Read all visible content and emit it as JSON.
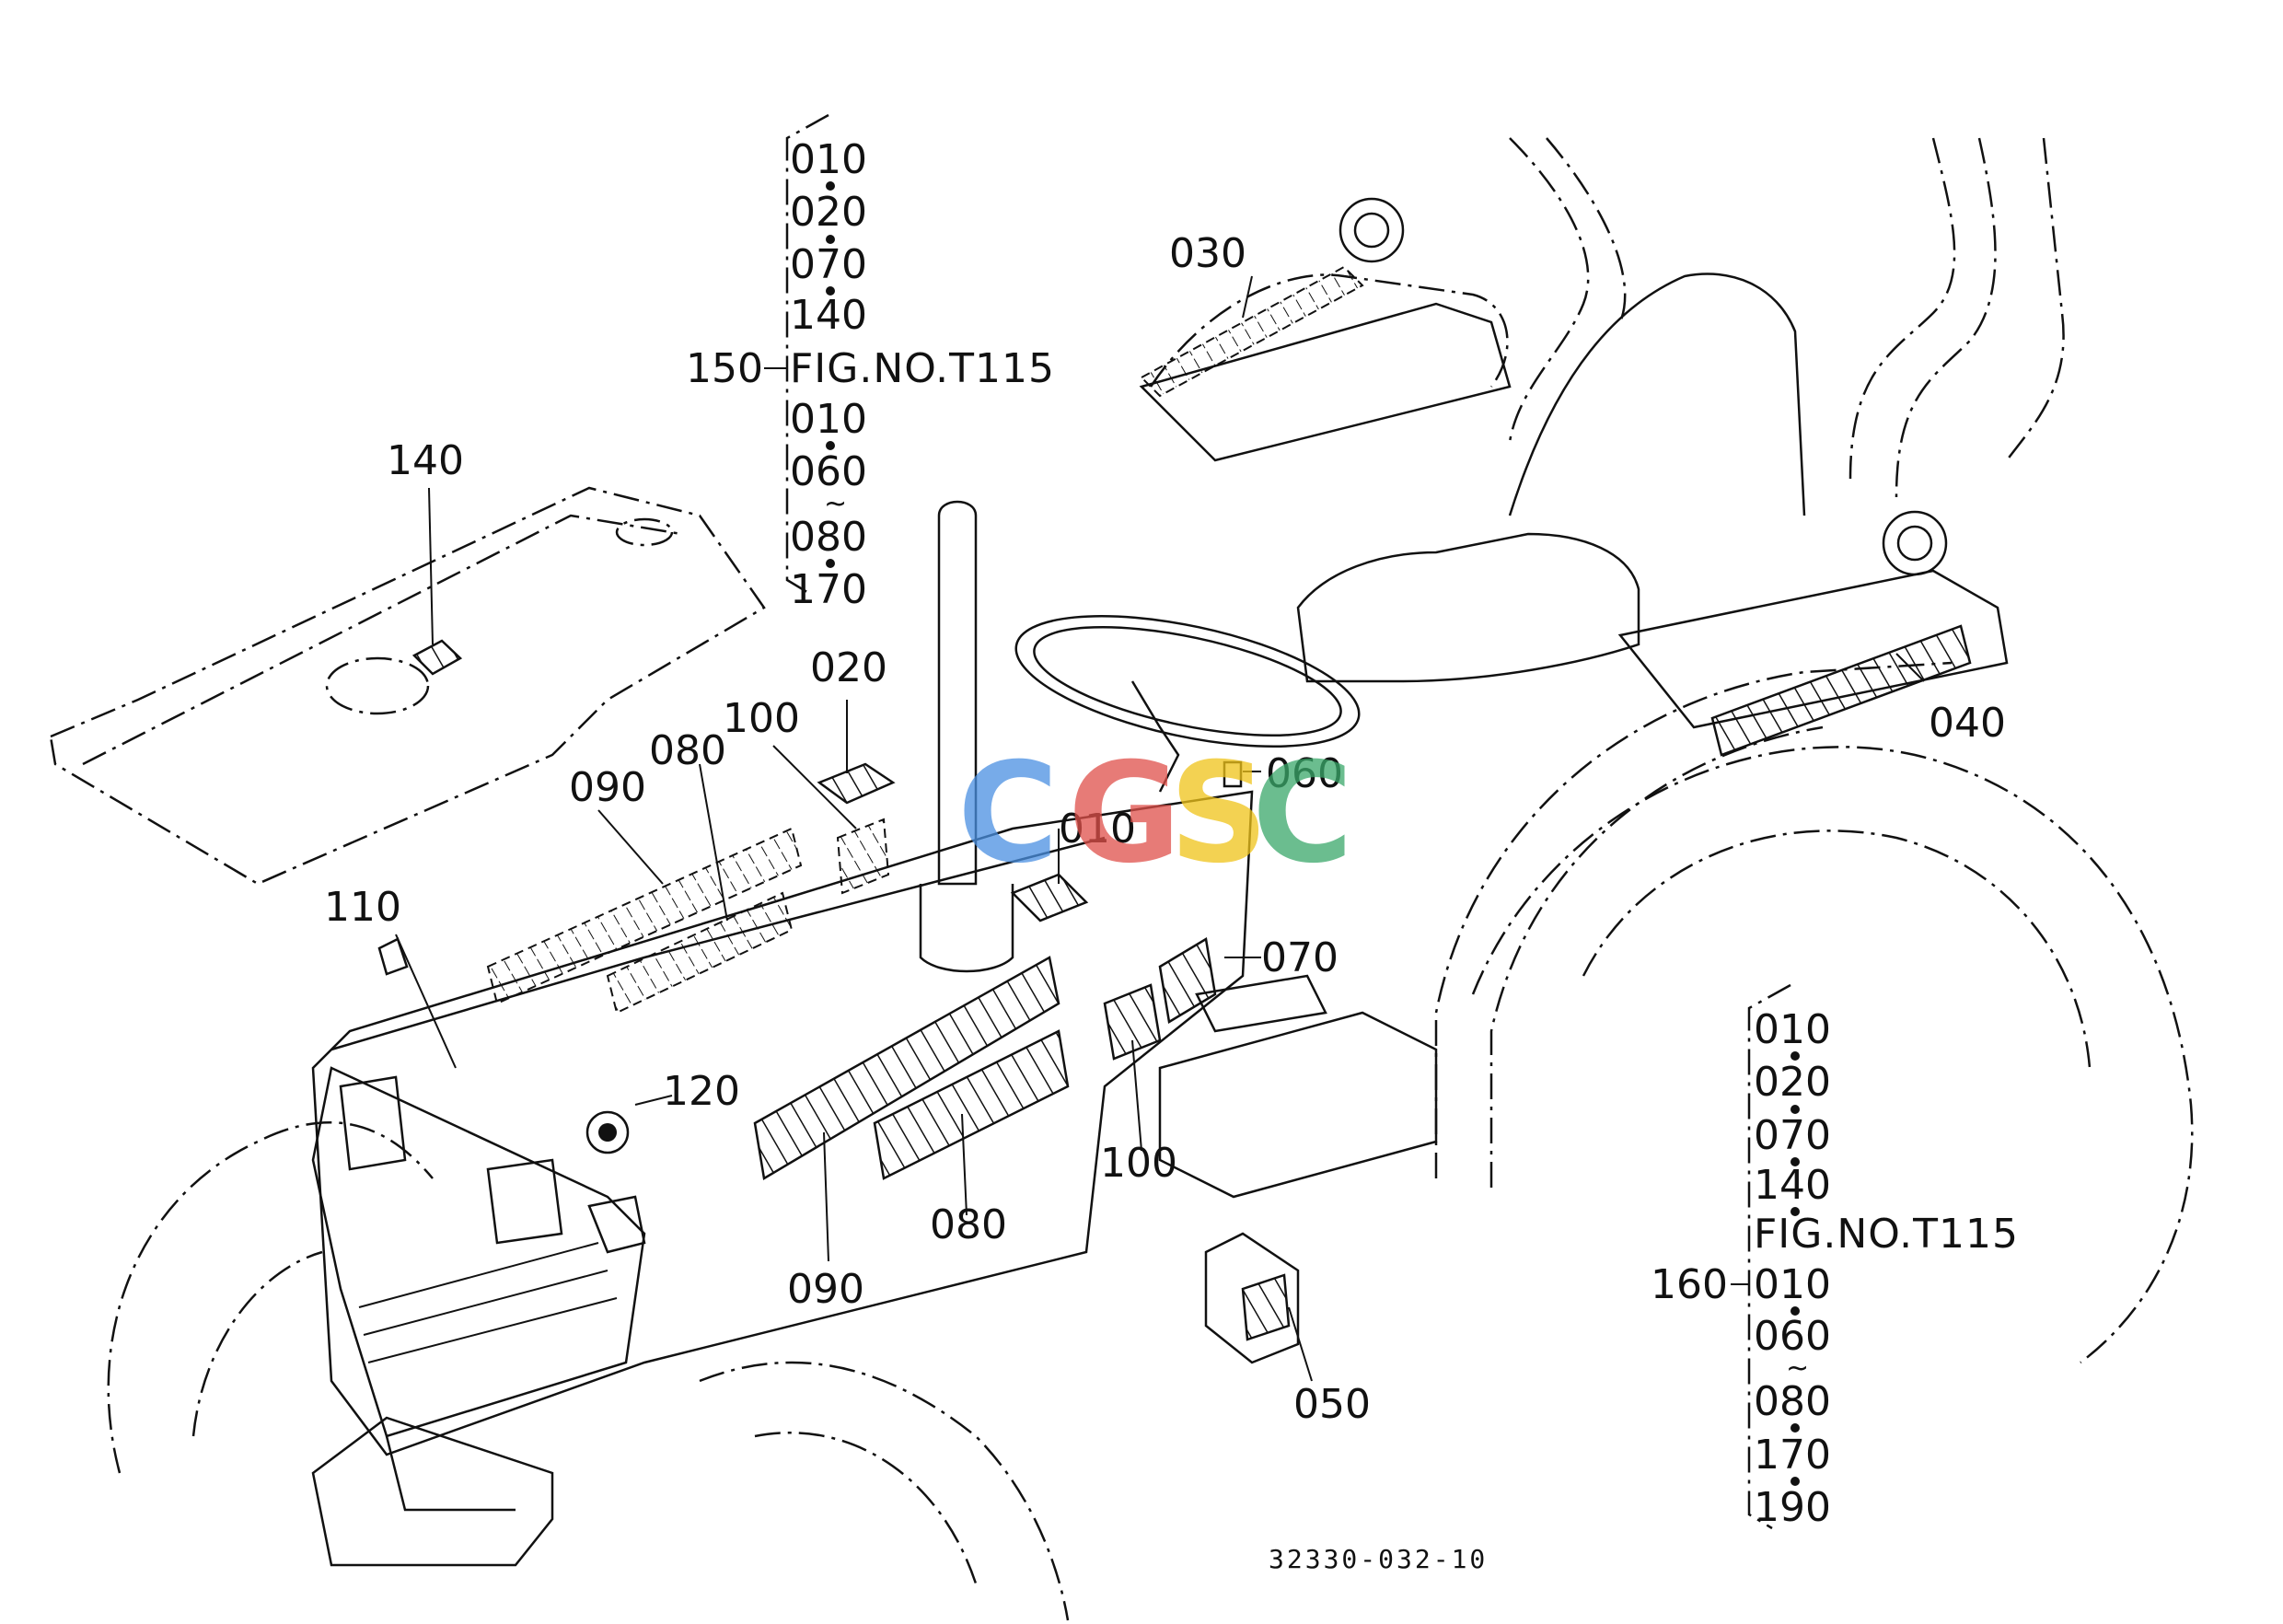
{
  "watermark": {
    "letters": [
      "C",
      "G",
      "S",
      "C"
    ],
    "colors": [
      "#4a90e2",
      "#e0504a",
      "#f0c419",
      "#3aa86a"
    ]
  },
  "drawing_code": "32330-032-10",
  "callouts": {
    "c140": "140",
    "c110": "110",
    "c120": "120",
    "c020": "020",
    "c100a": "100",
    "c080a": "080",
    "c090a": "090",
    "c010": "010",
    "c060": "060",
    "c070": "070",
    "c100b": "100",
    "c080b": "080",
    "c090b": "090",
    "c050": "050",
    "c030": "030",
    "c040": "040"
  },
  "ref_column_top": {
    "items_above": [
      "010",
      "020",
      "070",
      "140"
    ],
    "bracket_label": "150",
    "fig_ref": "FIG.NO.T115",
    "items_below": [
      "010",
      "060",
      "080",
      "170"
    ]
  },
  "ref_column_bottom": {
    "items_above": [
      "010",
      "020",
      "070",
      "140"
    ],
    "fig_ref": "FIG.NO.T115",
    "bracket_label": "160",
    "items_below": [
      "010",
      "060",
      "080",
      "170",
      "190"
    ]
  }
}
